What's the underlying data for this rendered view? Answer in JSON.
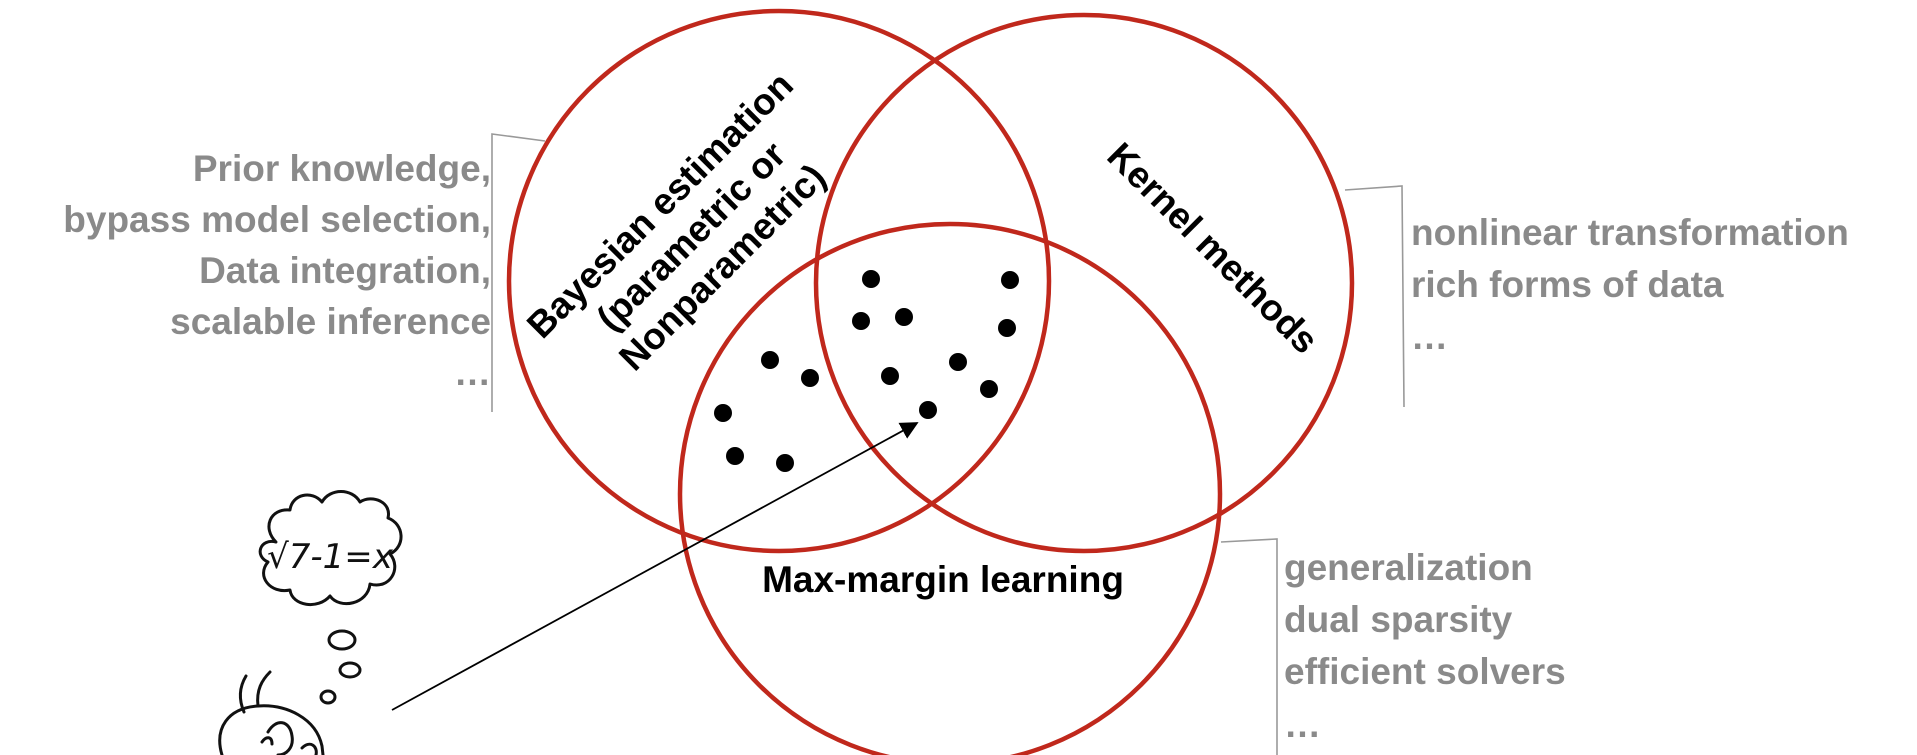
{
  "circles": {
    "bayesian": {
      "label_lines": [
        "Bayesian estimation",
        "(parametric or",
        "Nonparametric)"
      ],
      "notes": [
        "Prior knowledge,",
        "bypass model selection,",
        "Data integration,",
        "scalable inference",
        "…"
      ]
    },
    "kernel": {
      "label": "Kernel methods",
      "notes": [
        "nonlinear transformation",
        "rich forms of data",
        "…"
      ]
    },
    "maxmargin": {
      "label": "Max-margin learning",
      "notes": [
        "generalization",
        "dual sparsity",
        "efficient solvers",
        "…"
      ]
    }
  },
  "thought_bubble": {
    "formula": "√7-1=x"
  },
  "colors": {
    "circle_stroke": "#c0281c",
    "note_text": "#8a8a8a",
    "label_text": "#000000"
  },
  "icons": [
    "thought-bubble-icon",
    "thinking-person-icon",
    "pointer-arrow-icon"
  ]
}
